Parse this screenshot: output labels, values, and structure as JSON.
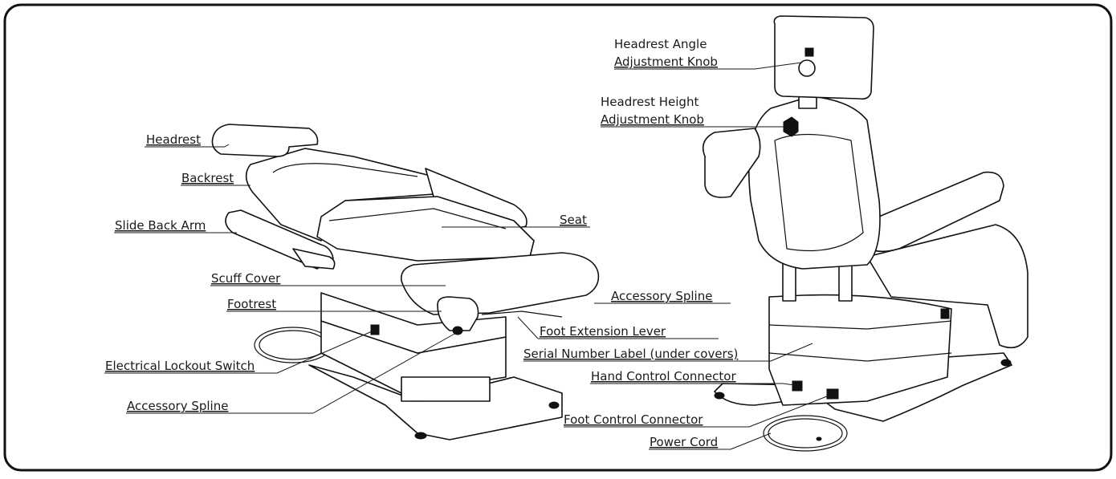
{
  "labels": {
    "headrest": "Headrest",
    "backrest": "Backrest",
    "slide_back_arm": "Slide Back Arm",
    "seat": "Seat",
    "scuff_cover": "Scuff Cover",
    "footrest": "Footrest",
    "accessory_spline_right": "Accessory Spline",
    "foot_extension_lever": "Foot Extension Lever",
    "electrical_lockout_switch": "Electrical Lockout Switch",
    "accessory_spline_bottom": "Accessory Spline",
    "headrest_angle_line1": "Headrest Angle",
    "headrest_angle_line2": "Adjustment Knob",
    "headrest_height_line1": "Headrest Height",
    "headrest_height_line2": "Adjustment Knob",
    "serial_number_label": "Serial Number Label (under covers)",
    "hand_control_connector": "Hand Control Connector",
    "foot_control_connector": "Foot Control Connector",
    "power_cord": "Power Cord"
  }
}
